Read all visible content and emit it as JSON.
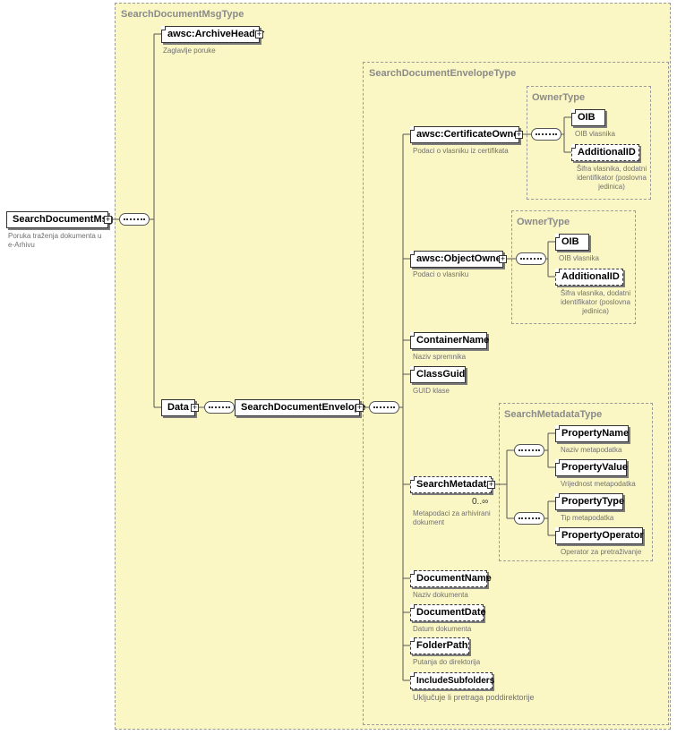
{
  "root": {
    "name": "SearchDocumentMsg",
    "doc": "Poruka traženja dokumenta u e-Arhivu"
  },
  "types": {
    "msg": "SearchDocumentMsgType",
    "envelope": "SearchDocumentEnvelopeType",
    "owner1": "OwnerType",
    "owner2": "OwnerType",
    "metadata": "SearchMetadataType"
  },
  "elements": {
    "archive_header": {
      "name": "awsc:ArchiveHeader",
      "doc": "Zaglavlje poruke"
    },
    "data": {
      "name": "Data"
    },
    "envelope": {
      "name": "SearchDocumentEnvelope"
    },
    "cert_owner": {
      "name": "awsc:CertificateOwner",
      "doc": "Podaci o vlasniku iz certifikata"
    },
    "oib1": {
      "name": "OIB",
      "doc": "OIB vlasnika"
    },
    "addid1": {
      "name": "AdditionalID",
      "doc": "Šifra vlasnika, dodatni identifikator (poslovna jedinica)"
    },
    "obj_owner": {
      "name": "awsc:ObjectOwner",
      "doc": "Podaci o vlasniku"
    },
    "oib2": {
      "name": "OIB",
      "doc": "OIB vlasnika"
    },
    "addid2": {
      "name": "AdditionalID",
      "doc": "Šifra vlasnika, dodatni identifikator (poslovna jedinica)"
    },
    "container": {
      "name": "ContainerName",
      "doc": "Naziv spremnika"
    },
    "classguid": {
      "name": "ClassGuid",
      "doc": "GUID klase"
    },
    "search_meta": {
      "name": "SearchMetadata",
      "doc": "Metapodaci za arhivirani dokument",
      "multiplicity": "0..∞"
    },
    "prop_name": {
      "name": "PropertyName",
      "doc": "Naziv metapodatka"
    },
    "prop_value": {
      "name": "PropertyValue",
      "doc": "Vrijednost metapodatka"
    },
    "prop_type": {
      "name": "PropertyType",
      "doc": "Tip metapodatka"
    },
    "prop_op": {
      "name": "PropertyOperator",
      "doc": "Operator za pretraživanje"
    },
    "doc_name": {
      "name": "DocumentName",
      "doc": "Naziv dokumenta"
    },
    "doc_date": {
      "name": "DocumentDate",
      "doc": "Datum dokumenta"
    },
    "folder": {
      "name": "FolderPath",
      "doc": "Putanja do direktorija"
    },
    "include_sub": {
      "name": "IncludeSubfolders",
      "doc": "Uključuje li pretraga poddirektorije"
    }
  }
}
